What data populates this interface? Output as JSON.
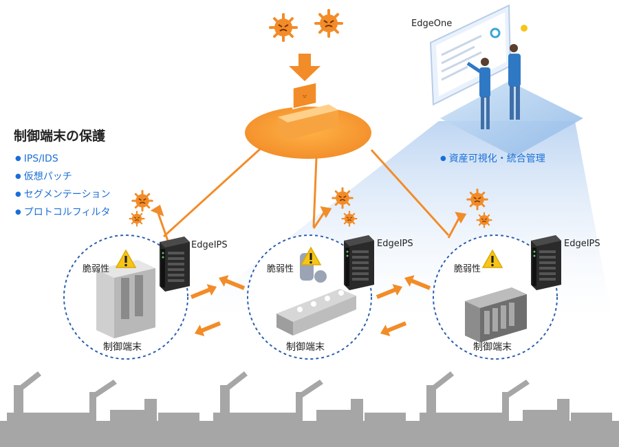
{
  "protection": {
    "title": "制御端末の保護",
    "features": [
      "IPS/IDS",
      "仮想パッチ",
      "セグメンテーション",
      "プロトコルフィルタ"
    ]
  },
  "management": {
    "product": "EdgeOne",
    "feature": "資産可視化・統合管理"
  },
  "nodes": [
    {
      "device": "EdgeIPS",
      "vulnerability": "脆弱性",
      "terminal": "制御端末"
    },
    {
      "device": "EdgeIPS",
      "vulnerability": "脆弱性",
      "terminal": "制御端末"
    },
    {
      "device": "EdgeIPS",
      "vulnerability": "脆弱性",
      "terminal": "制御端末"
    }
  ],
  "colors": {
    "threat": "#f28c28",
    "accent_blue": "#1a6fd6",
    "circle_border": "#2b5fb0",
    "factory_silhouette": "#a6a6a6",
    "warning": "#f5c518"
  },
  "icons": [
    "virus-icon",
    "warning-icon",
    "edgeips-device-icon",
    "monitor-screen-icon",
    "operator-icon",
    "bidirectional-arrow-icon"
  ]
}
